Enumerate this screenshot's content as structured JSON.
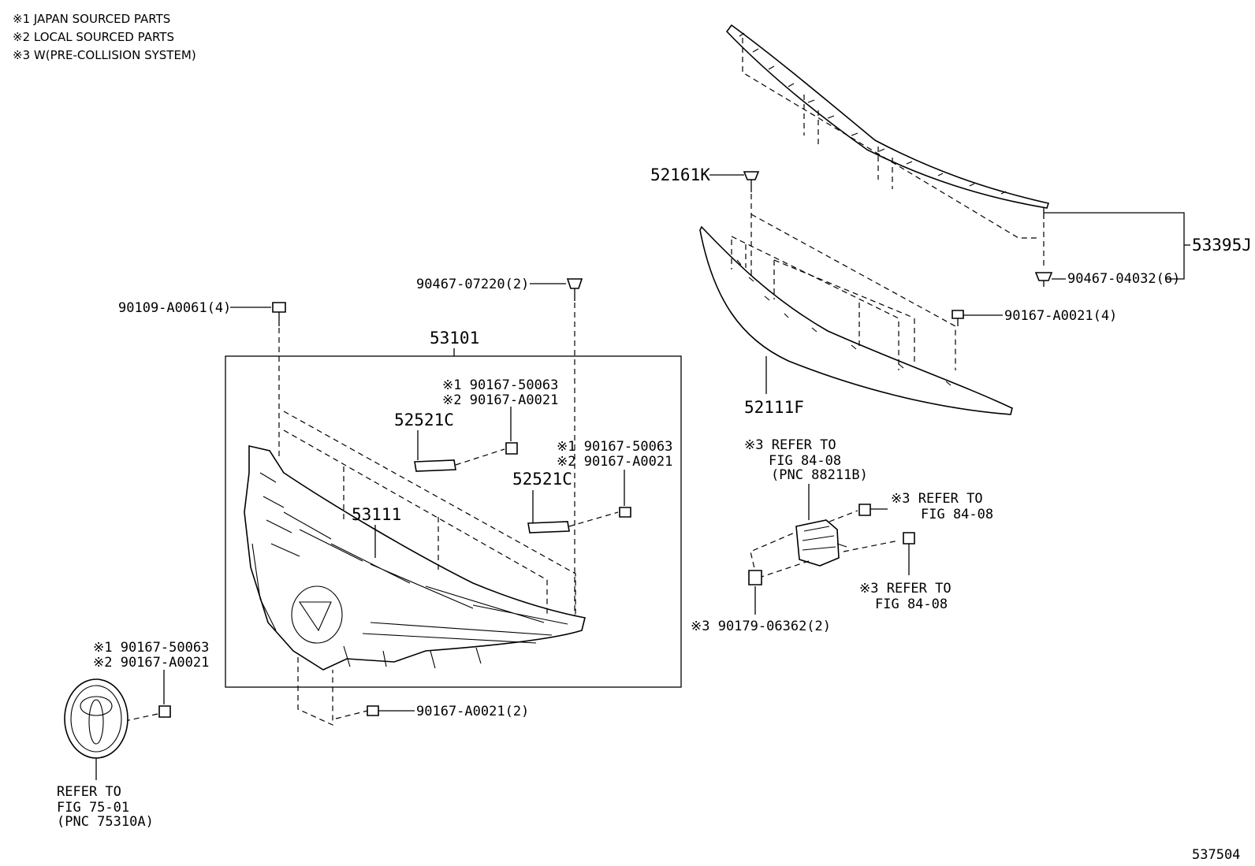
{
  "notes": [
    "※1 JAPAN SOURCED PARTS",
    "※2 LOCAL SOURCED PARTS",
    "※3 W(PRE-COLLISION SYSTEM)"
  ],
  "parts": {
    "p_52161K": "52161K",
    "p_53395J": "53395J",
    "p_90467_04032": "90467-04032(6)",
    "p_90167_A0021_4": "90167-A0021(4)",
    "p_52111F": "52111F",
    "p_90467_07220": "90467-07220(2)",
    "p_90109_A0061": "90109-A0061(4)",
    "p_53101": "53101",
    "p_52521C_a": "52521C",
    "p_52521C_b": "52521C",
    "p_53111": "53111",
    "p_90167_A0021_2": "90167-A0021(2)",
    "p_90179_06362": "※3 90179-06362(2)",
    "clip_a_1": "※1 90167-50063",
    "clip_a_2": "※2 90167-A0021",
    "clip_b_1": "※1 90167-50063",
    "clip_b_2": "※2 90167-A0021",
    "clip_c_1": "※1 90167-50063",
    "clip_c_2": "※2 90167-A0021"
  },
  "references": {
    "radar_line1": "※3 REFER TO",
    "radar_line2": "FIG 84-08",
    "radar_line3": "(PNC 88211B)",
    "bolt_a_line1": "※3 REFER TO",
    "bolt_a_line2": "FIG 84-08",
    "bolt_b_line1": "※3 REFER TO",
    "bolt_b_line2": "FIG 84-08",
    "emblem_line1": "REFER TO",
    "emblem_line2": "FIG 75-01",
    "emblem_line3": "(PNC 75310A)"
  },
  "illustration_id": "537504"
}
